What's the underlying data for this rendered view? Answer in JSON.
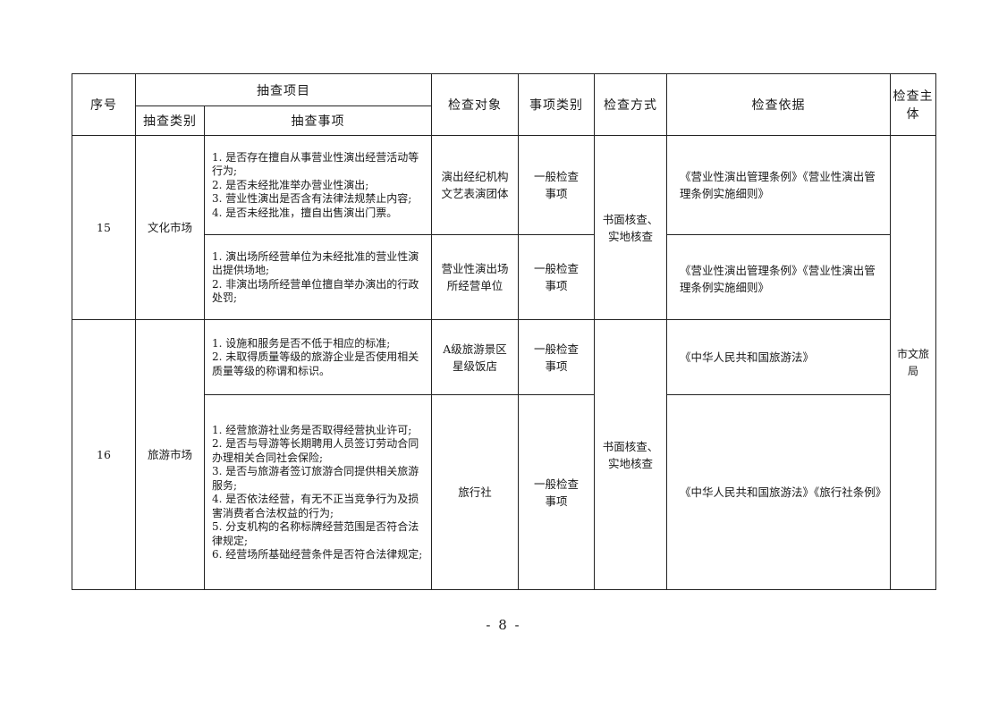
{
  "header": {
    "seq": "序号",
    "project": "抽查项目",
    "category": "抽查类别",
    "matter": "抽查事项",
    "target": "检查对象",
    "type": "事项类别",
    "method": "检查方式",
    "basis": "检查依据",
    "subject": "检查主体"
  },
  "rows": [
    {
      "seq": "15",
      "category": "文化市场",
      "method": "书面核查、实地核查",
      "items": [
        {
          "lines": [
            "1. 是否存在擅自从事营业性演出经营活动等行为;",
            "2. 是否未经批准举办营业性演出;",
            "3. 营业性演出是否含有法律法规禁止内容;",
            "4. 是否未经批准，擅自出售演出门票。"
          ],
          "target": "演出经纪机构文艺表演团体",
          "type": "一般检查事项",
          "basis": "《营业性演出管理条例》《营业性演出管理条例实施细则》"
        },
        {
          "lines": [
            "1. 演出场所经营单位为未经批准的营业性演出提供场地;",
            "2. 非演出场所经营单位擅自举办演出的行政处罚;"
          ],
          "target": "营业性演出场所经营单位",
          "type": "一般检查事项",
          "basis": "《营业性演出管理条例》《营业性演出管理条例实施细则》"
        }
      ]
    },
    {
      "seq": "16",
      "category": "旅游市场",
      "method": "书面核查、实地核查",
      "items": [
        {
          "lines": [
            "1. 设施和服务是否不低于相应的标准;",
            "2. 未取得质量等级的旅游企业是否使用相关质量等级的称谓和标识。"
          ],
          "target": "A级旅游景区星级饭店",
          "type": "一般检查事项",
          "basis": "《中华人民共和国旅游法》"
        },
        {
          "lines": [
            "1. 经营旅游社业务是否取得经营执业许可;",
            "2. 是否与导游等长期聘用人员签订劳动合同办理相关合同社会保险;",
            "3. 是否与旅游者签订旅游合同提供相关旅游服务;",
            "4. 是否依法经营，有无不正当竞争行为及损害消费者合法权益的行为;",
            "5. 分支机构的名称标牌经营范围是否符合法律规定;",
            "6. 经营场所基础经营条件是否符合法律规定;"
          ],
          "target": "旅行社",
          "type": "一般检查事项",
          "basis": "《中华人民共和国旅游法》《旅行社条例》"
        }
      ]
    }
  ],
  "subject": "市文旅局",
  "page_number": "- 8 -"
}
